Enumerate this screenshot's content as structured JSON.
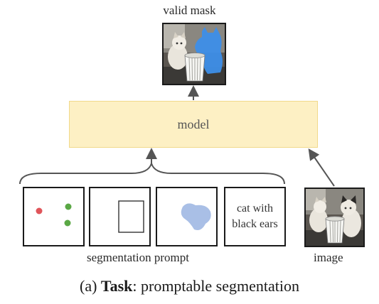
{
  "output": {
    "label": "valid mask"
  },
  "model": {
    "label": "model"
  },
  "prompts": {
    "text_prompt_line1": "cat with",
    "text_prompt_line2": "black ears",
    "label": "segmentation prompt"
  },
  "input": {
    "label": "image"
  },
  "caption": {
    "prefix": "(a) ",
    "bold": "Task",
    "suffix": ": promptable segmentation"
  },
  "colors": {
    "model_fill": "#fdf0c4",
    "mask_blue": "#3d8ee8",
    "point_red": "#e0555a",
    "point_green": "#5aa845",
    "prompt_mask": "#a9bfe6",
    "arrow": "#555555"
  }
}
